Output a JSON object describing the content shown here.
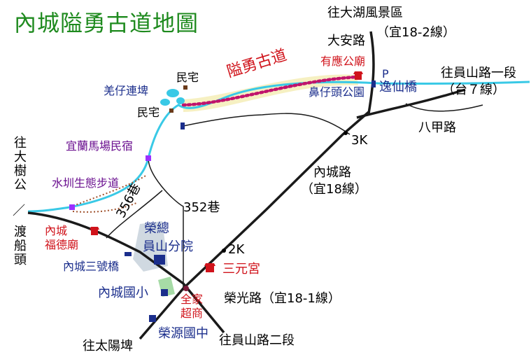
{
  "title": "內城隘勇古道地圖",
  "colors": {
    "title": "#1e8a1e",
    "road": "#1a1a1a",
    "river": "#39c9e6",
    "trail": "#c0136c",
    "trail_band": "#f6f0c2",
    "poi_red": "#d0131b",
    "poi_blue": "#1b2e8c",
    "poi_purple": "#6a0f8f"
  },
  "roads": {
    "dahu": "往大湖風景區",
    "daan": "大安路",
    "route18_2": "（宜18-2線）",
    "yuanshan1": "往員山路一段",
    "tai7": "（台７線）",
    "bajia": "八甲路",
    "neicheng_road": "內城路",
    "route18": "（宜18線）",
    "lane356": "356巷",
    "lane352": "352巷",
    "rongguang": "榮光路（宜18-1線）",
    "yuanshan2": "往員山路二段",
    "taiyang": "往太陽埤",
    "dashu_col1": "往大樹公",
    "slash": "／",
    "dashu_col2": "渡船頭"
  },
  "markers": {
    "k3": "3K",
    "k2": "2K"
  },
  "pois": {
    "trail_name": "隘勇古道",
    "youying_temple": "有應公廟",
    "bizaitou_park": "鼻仔頭公園",
    "p_sign": "P",
    "yixian_bridge": "逸仙橋",
    "jiangzai_pond": "羌仔連埤",
    "house_top": "民宅",
    "house_bottom": "民宅",
    "yilan_homestay": "宜蘭馬場民宿",
    "shuijun_trail": "水圳生態步道",
    "fude_temple_line1": "內城",
    "fude_temple_line2": "福德廟",
    "bridge3": "內城三號橋",
    "vgh_line1": "榮總",
    "vgh_line2": "員山分院",
    "sanyuan_temple": "三元宮",
    "neicheng_school": "內城國小",
    "family_mart_line1": "全家",
    "family_mart_line2": "超商",
    "rongyuan_school": "榮源國中"
  }
}
